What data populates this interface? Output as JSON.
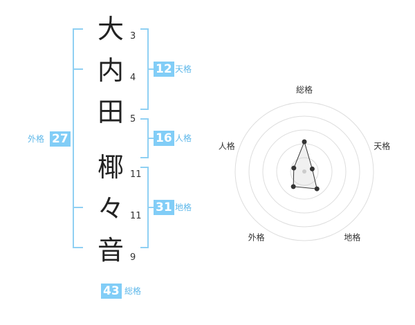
{
  "characters": [
    {
      "char": "大",
      "strokes": "3"
    },
    {
      "char": "内",
      "strokes": "4"
    },
    {
      "char": "田",
      "strokes": "5"
    },
    {
      "char": "椰",
      "strokes": "11"
    },
    {
      "char": "々",
      "strokes": "11"
    },
    {
      "char": "音",
      "strokes": "9"
    }
  ],
  "kakusu": {
    "tenkaku": {
      "label": "天格",
      "value": "12"
    },
    "jinkaku": {
      "label": "人格",
      "value": "16"
    },
    "chikaku": {
      "label": "地格",
      "value": "31"
    },
    "gaikaku": {
      "label": "外格",
      "value": "27"
    },
    "soukaku": {
      "label": "総格",
      "value": "43"
    }
  },
  "colors": {
    "accent": "#81cdf7",
    "bracket": "#8fd0f3",
    "text": "#222222"
  },
  "chart_data": {
    "type": "radar",
    "axes": [
      "総格",
      "天格",
      "地格",
      "外格",
      "人格"
    ],
    "values": [
      43,
      12,
      31,
      27,
      16
    ],
    "max": 100,
    "rings": 5,
    "grid": true
  }
}
